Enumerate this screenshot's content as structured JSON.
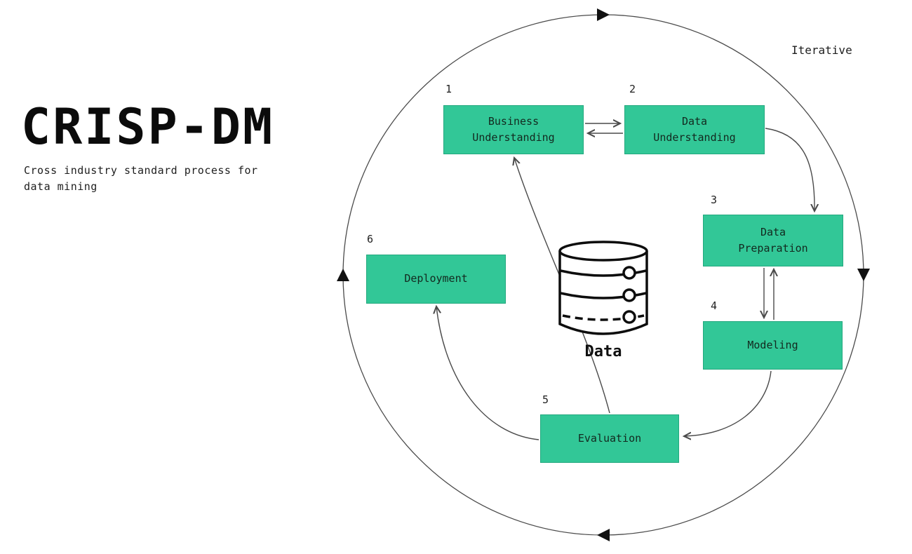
{
  "title": "CRISP-DM",
  "subtitle": "Cross industry standard process for\ndata mining",
  "iterative_label": "Iterative",
  "data_label": "Data",
  "steps": [
    {
      "number": "1",
      "label": "Business\nUnderstanding"
    },
    {
      "number": "2",
      "label": "Data\nUnderstanding"
    },
    {
      "number": "3",
      "label": "Data\nPreparation"
    },
    {
      "number": "4",
      "label": "Modeling"
    },
    {
      "number": "5",
      "label": "Evaluation"
    },
    {
      "number": "6",
      "label": "Deployment"
    }
  ],
  "colors": {
    "box_fill": "#32c797",
    "box_border": "#23a87e",
    "line": "#4a4a4a",
    "arrowhead": "#111111"
  }
}
